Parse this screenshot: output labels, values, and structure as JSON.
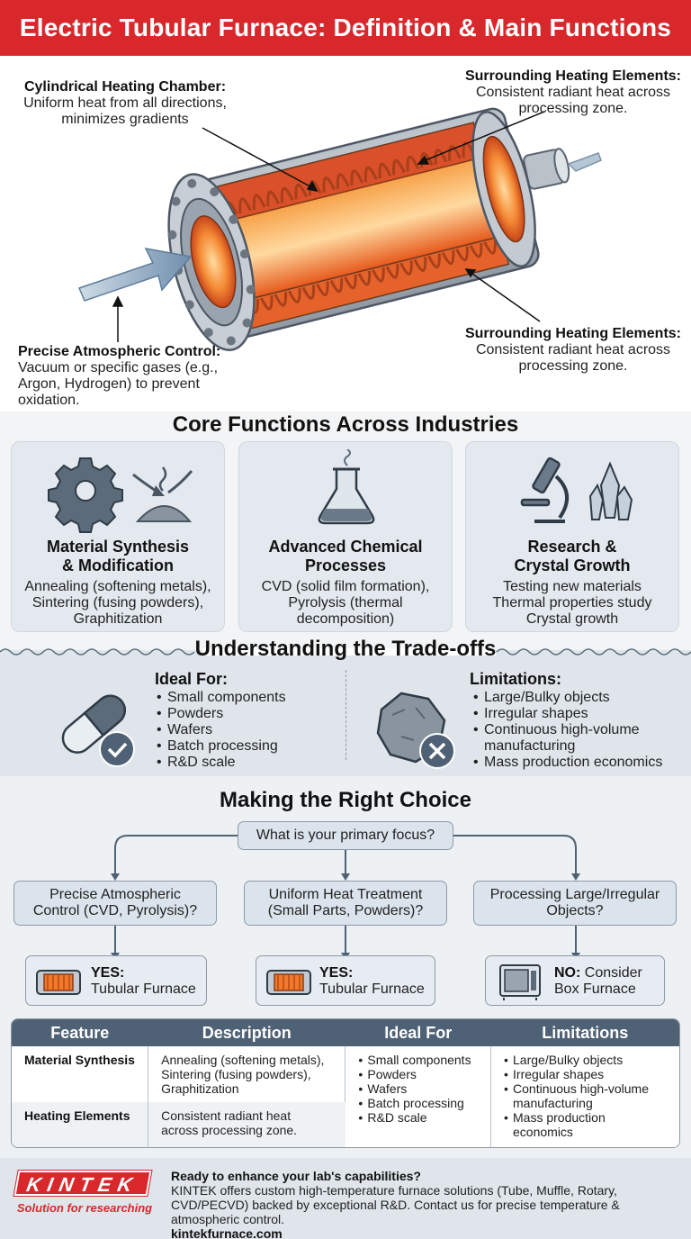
{
  "title": "Electric Tubular Furnace: Definition & Main Functions",
  "hero": {
    "callouts": [
      {
        "title": "Cylindrical Heating Chamber:",
        "desc": "Uniform heat from all directions, minimizes gradients"
      },
      {
        "title": "Surrounding Heating Elements:",
        "desc": "Consistent radiant heat across processing zone."
      },
      {
        "title": "Surrounding Heating Elements:",
        "desc": "Consistent radiant heat across processing zone."
      },
      {
        "title": "Precise Atmospheric Control:",
        "desc": "Vacuum or specific gases (e.g., Argon, Hydrogen) to prevent oxidation."
      }
    ]
  },
  "core": {
    "title": "Core Functions Across Industries",
    "cards": [
      {
        "heading_1": "Material Synthesis",
        "heading_2": "& Modification",
        "lines": [
          "Annealing (softening metals),",
          "Sintering (fusing powders),",
          "Graphitization"
        ]
      },
      {
        "heading_1": "Advanced Chemical",
        "heading_2": "Processes",
        "lines": [
          "CVD (solid film formation),",
          "Pyrolysis (thermal",
          "decomposition)"
        ]
      },
      {
        "heading_1": "Research &",
        "heading_2": "Crystal Growth",
        "lines": [
          "Testing new materials",
          "Thermal properties study",
          "Crystal growth"
        ]
      }
    ]
  },
  "tradeoffs": {
    "title": "Understanding the Trade-offs",
    "ideal_heading": "Ideal For:",
    "ideal_items": [
      "Small components",
      "Powders",
      "Wafers",
      "Batch processing",
      "R&D scale"
    ],
    "limit_heading": "Limitations:",
    "limit_items": [
      "Large/Bulky objects",
      "Irregular shapes",
      "Continuous high-volume",
      "manufacturing",
      "Mass production economics"
    ]
  },
  "choice": {
    "title": "Making the Right Choice",
    "question": "What is your primary focus?",
    "options": [
      {
        "line1": "Precise Atmospheric",
        "line2": "Control (CVD, Pyrolysis)?"
      },
      {
        "line1": "Uniform Heat Treatment",
        "line2": "(Small Parts, Powders)?"
      },
      {
        "line1": "Processing Large/Irregular",
        "line2": "Objects?"
      }
    ],
    "results": [
      {
        "answer": "YES:",
        "label": "Tubular Furnace"
      },
      {
        "answer": "YES:",
        "label": "Tubular Furnace"
      },
      {
        "answer": "NO:",
        "label_1": "Consider",
        "label_2": "Box Furnace"
      }
    ]
  },
  "table": {
    "headers": [
      "Feature",
      "Description",
      "Ideal For",
      "Limitations"
    ],
    "row1": {
      "feature": "Material Synthesis",
      "description": [
        "Annealing (softening metals),",
        "Sintering (fusing powders),",
        "Graphitization"
      ],
      "ideal": [
        "Small components",
        "Powders",
        "Wafers",
        "Batch processing",
        "R&D scale"
      ],
      "limits": [
        "Large/Bulky objects",
        "Irregular shapes",
        "Continuous high-volume",
        "manufacturing",
        "Mass production",
        "economics"
      ]
    },
    "row2": {
      "feature": "Heating Elements",
      "description": [
        "Consistent radiant heat",
        "across processing zone."
      ]
    }
  },
  "footer": {
    "brand": "KINTEK",
    "tagline": "Solution for researching",
    "heading": "Ready to enhance your lab's capabilities?",
    "body": "KINTEK offers custom high-temperature furnace solutions (Tube, Muffle, Rotary, CVD/PECVD) backed by exceptional R&D. Contact us for precise temperature & atmospheric control.",
    "url": "kintekfurnace.com"
  },
  "colors": {
    "brand_red": "#d8282c",
    "slate": "#4f6275",
    "panel": "#e3e9ef",
    "heat_orange": "#f07a2a"
  }
}
